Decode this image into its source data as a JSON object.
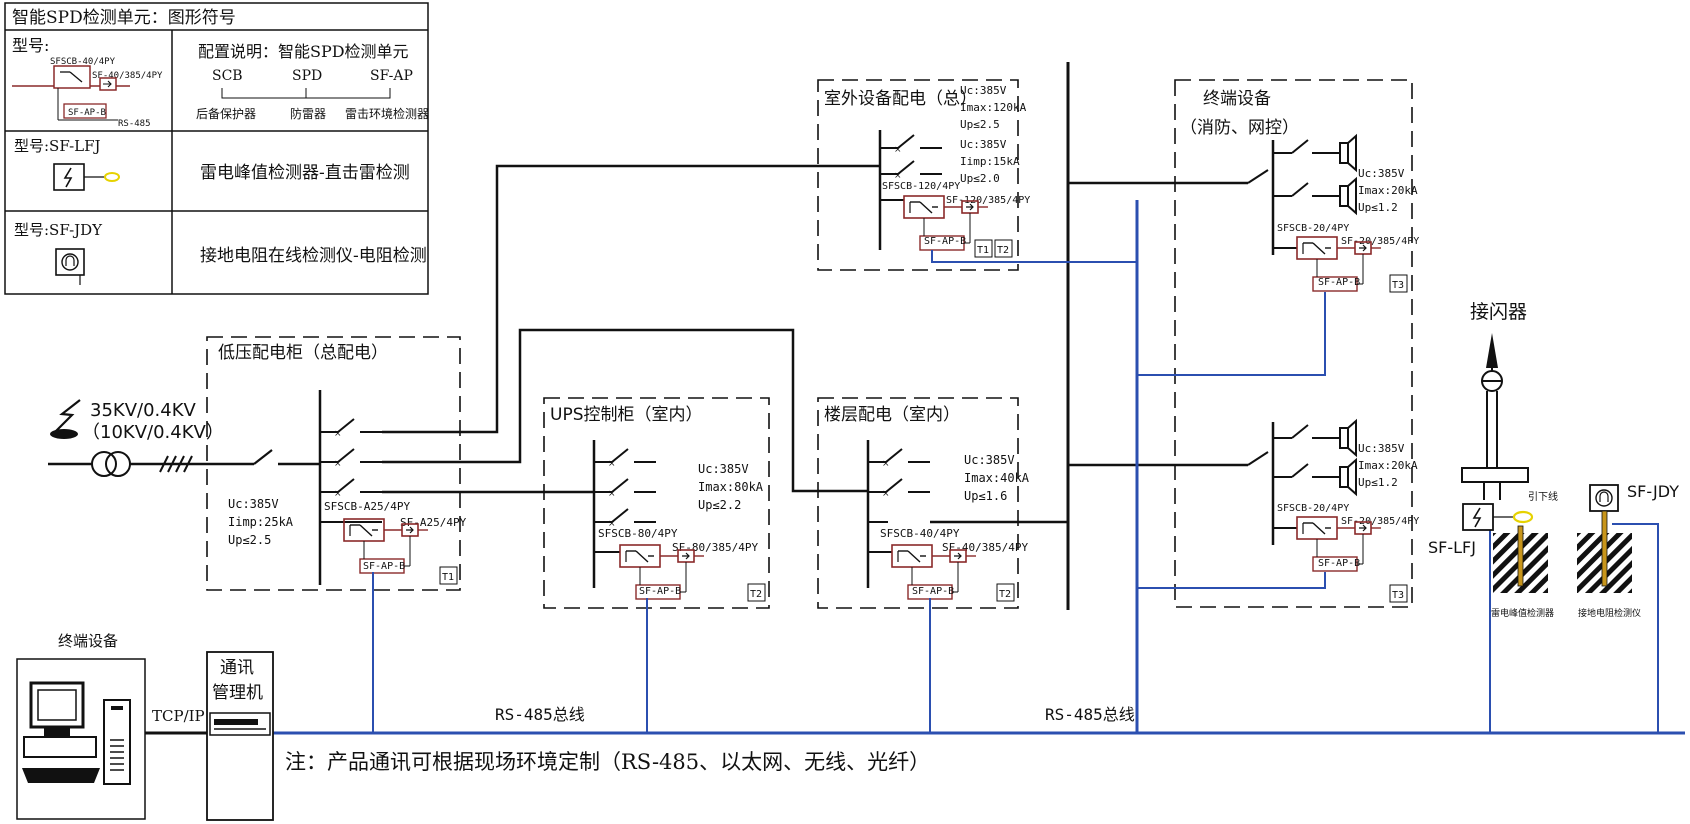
{
  "legend": {
    "title": "智能SPD检测单元：图形符号",
    "row1": {
      "model_label": "型号:",
      "scb_model": "SFSCB-40/4PY",
      "spd_model": "SF-40/385/4PY",
      "apb": "SF-AP-B",
      "rs485": "RS-485",
      "config_title": "配置说明：智能SPD检测单元",
      "col1_code": "SCB",
      "col2_code": "SPD",
      "col3_code": "SF-AP",
      "col1_name": "后备保护器",
      "col2_name": "防雷器",
      "col3_name": "雷击环境检测器"
    },
    "row2": {
      "model": "型号:SF-LFJ",
      "desc": "雷电峰值检测器-直击雷检测"
    },
    "row3": {
      "model": "型号:SF-JDY",
      "desc": "接地电阻在线检测仪-电阻检测"
    }
  },
  "source": {
    "transformer_line1": "35KV/0.4KV",
    "transformer_line2": "（10KV/0.4KV）"
  },
  "panels": {
    "main_lv": {
      "title": "低压配电柜（总配电）",
      "uc": "Uc:385V",
      "imax": "Iimp:25kA",
      "up": "Up≤2.5",
      "scb": "SFSCB-A25/4PY",
      "spd": "SF-A25/4PY",
      "apb": "SF-AP-B",
      "cls": "T1"
    },
    "ups": {
      "title": "UPS控制柜（室内）",
      "uc": "Uc:385V",
      "imax": "Imax:80kA",
      "up": "Up≤2.2",
      "scb": "SFSCB-80/4PY",
      "spd": "SF-80/385/4PY",
      "apb": "SF-AP-B",
      "cls": "T2"
    },
    "floor": {
      "title": "楼层配电（室内）",
      "uc": "Uc:385V",
      "imax": "Imax:40kA",
      "up": "Up≤1.6",
      "scb": "SFSCB-40/4PY",
      "spd": "SF-40/385/4PY",
      "apb": "SF-AP-B",
      "cls": "T2"
    },
    "outdoor": {
      "title": "室外设备配电（总）",
      "uc1": "Uc:385V",
      "imax1": "Imax:120kA",
      "up1": "Up≤2.5",
      "uc2": "Uc:385V",
      "imax2": "Iimp:15kA",
      "up2": "Up≤2.0",
      "scb": "SFSCB-120/4PY",
      "spd": "SF-120/385/4PY",
      "apb": "SF-AP-B",
      "cls1": "T1",
      "cls2": "T2"
    },
    "terminal": {
      "title": "终端设备",
      "subtitle": "（消防、网控）",
      "uc": "Uc:385V",
      "imax": "Imax:20kA",
      "up": "Up≤1.2",
      "scb": "SFSCB-20/4PY",
      "spd": "SF-20/385/4PY",
      "apb": "SF-AP-B",
      "cls": "T3",
      "uc_b": "Uc:385V",
      "imax_b": "Imax:20kA",
      "up_b": "Up≤1.2",
      "scb_b": "SFSCB-20/4PY",
      "spd_b": "SF-20/385/4PY",
      "apb_b": "SF-AP-B",
      "cls_b": "T3"
    }
  },
  "lightning": {
    "rod_label": "接闪器",
    "down_conductor": "引下线",
    "lfj": "SF-LFJ",
    "jdy": "SF-JDY",
    "lfj_caption": "雷电峰值检测器",
    "jdy_caption": "接地电阻检测仪"
  },
  "comms": {
    "terminal_label": "终端设备",
    "manager_line1": "通讯",
    "manager_line2": "管理机",
    "tcpip": "TCP/IP",
    "rs485_left": "RS-485总线",
    "rs485_right": "RS-485总线",
    "note": "注：产品通讯可根据现场环境定制（RS-485、以太网、无线、光纤）"
  },
  "colors": {
    "power_line": "#111111",
    "bus_line": "#2b4fb0",
    "box_red": "#8a2a2a",
    "ring": "#e6d200"
  }
}
